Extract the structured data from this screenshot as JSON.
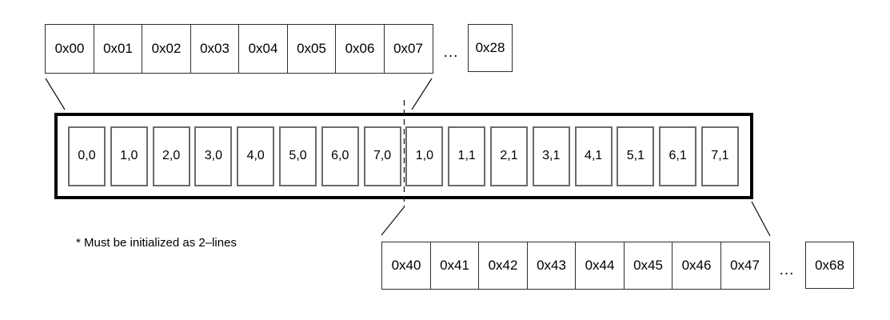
{
  "colors": {
    "background": "#ffffff",
    "line": "#1a1a1a",
    "box-border": "#2f2f2f",
    "cell-border": "#6b6b6b",
    "frame-border": "#000000",
    "text": "#000000"
  },
  "top_row": {
    "cells": [
      "0x00",
      "0x01",
      "0x02",
      "0x03",
      "0x04",
      "0x05",
      "0x06",
      "0x07"
    ],
    "ellipsis": "...",
    "tail_cell": "0x28"
  },
  "buffer": {
    "cells": [
      "0,0",
      "1,0",
      "2,0",
      "3,0",
      "4,0",
      "5,0",
      "6,0",
      "7,0",
      "1,0",
      "1,1",
      "2,1",
      "3,1",
      "4,1",
      "5,1",
      "6,1",
      "7,1"
    ]
  },
  "bottom_row": {
    "cells": [
      "0x40",
      "0x41",
      "0x42",
      "0x43",
      "0x44",
      "0x45",
      "0x46",
      "0x47"
    ],
    "ellipsis": "...",
    "tail_cell": "0x68"
  },
  "footnote": "* Must be initialized as 2–lines"
}
